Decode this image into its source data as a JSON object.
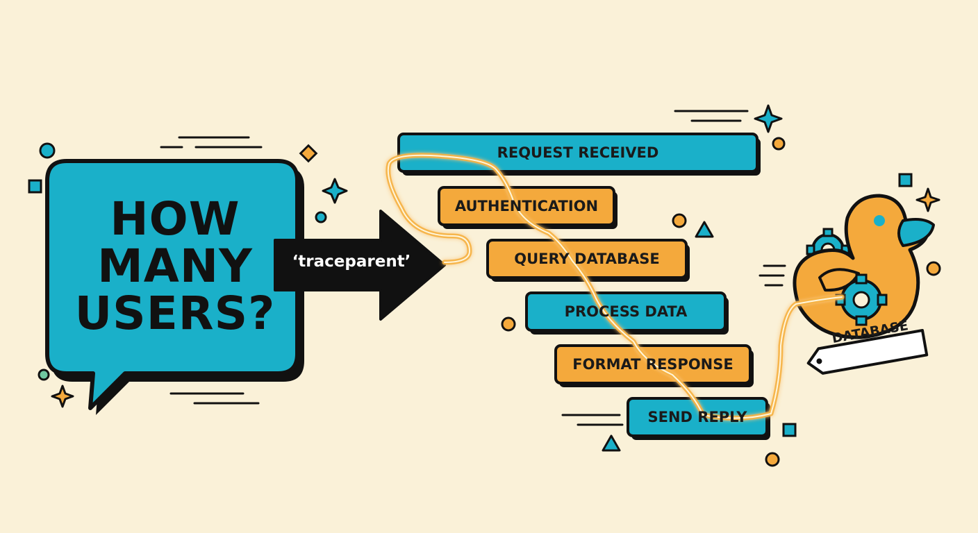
{
  "bubble": {
    "lines": [
      "HOW",
      "MANY",
      "USERS?"
    ]
  },
  "arrow": {
    "label": "‘traceparent’"
  },
  "steps": [
    {
      "label": "REQUEST RECEIVED",
      "color": "teal"
    },
    {
      "label": "AUTHENTICATION",
      "color": "orange"
    },
    {
      "label": "QUERY DATABASE",
      "color": "orange"
    },
    {
      "label": "PROCESS DATA",
      "color": "teal"
    },
    {
      "label": "FORMAT RESPONSE",
      "color": "orange"
    },
    {
      "label": "SEND REPLY",
      "color": "teal"
    }
  ],
  "database": {
    "tag": "DATABASE",
    "icon": "rubber-duck-icon"
  },
  "colors": {
    "background": "#faf1d8",
    "teal": "#1ab0c9",
    "orange": "#f4a93c",
    "outline": "#111111",
    "trace_glow": "#f6b13e"
  }
}
